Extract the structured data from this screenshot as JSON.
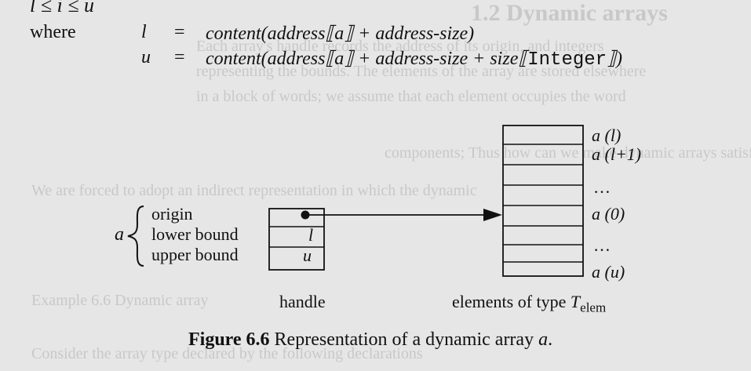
{
  "top": {
    "condition": "l ≤ i ≤ u",
    "where_label": "where",
    "row1": {
      "var": "l",
      "eq": "=",
      "pre": "content(address⟦",
      "a": "a",
      "post": "⟧ + address-size)"
    },
    "row2": {
      "var": "u",
      "eq": "=",
      "pre": "content(address⟦",
      "a": "a",
      "mid": "⟧ + address-size + size⟦",
      "type": "Integer",
      "post": "⟧)"
    }
  },
  "figure": {
    "a_label": "a",
    "labels": [
      "origin",
      "lower bound",
      "upper bound"
    ],
    "handle_cells": [
      "",
      "l",
      "u"
    ],
    "handle_caption": "handle",
    "element_labels": [
      "a (l)",
      "a (l+1)",
      "…",
      "a (0)",
      "…",
      "a (u)"
    ],
    "elements_caption_prefix": "elements of type ",
    "elements_caption_var": "T",
    "elements_caption_sub": "elem"
  },
  "caption": {
    "fig_num": "Figure 6.6",
    "text": " Representation of a dynamic array ",
    "var": "a",
    "end": "."
  },
  "colors": {
    "background": "#e6e6e6",
    "ink": "#111111",
    "ghost": "#c8c8c8"
  }
}
